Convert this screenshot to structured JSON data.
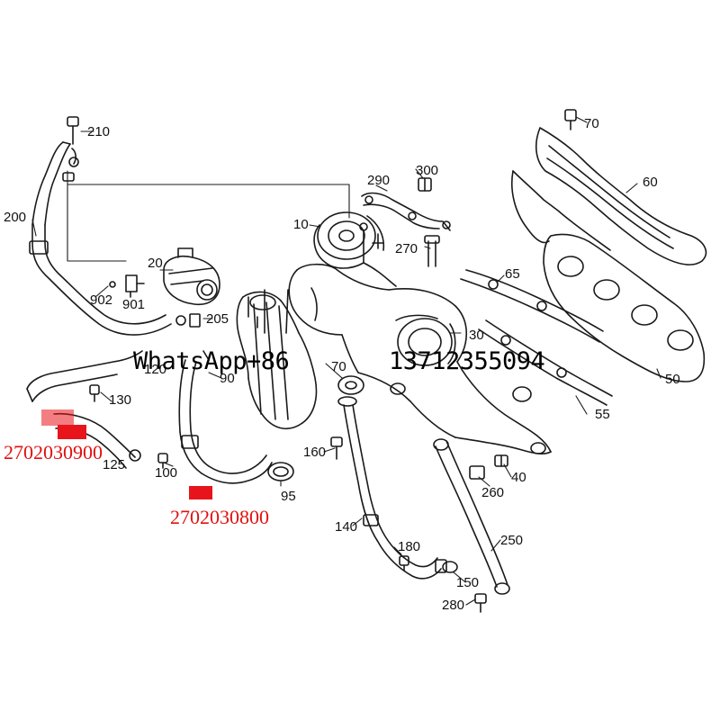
{
  "labels": {
    "p10": "10",
    "p20": "20",
    "p30": "30",
    "p40": "40",
    "p50": "50",
    "p55": "55",
    "p60": "60",
    "p65": "65",
    "p70": "70",
    "p90": "90",
    "p95": "95",
    "p100": "100",
    "p120": "120",
    "p125": "125",
    "p130": "130",
    "p140": "140",
    "p150": "150",
    "p160": "160",
    "p170": "70",
    "p180": "180",
    "p200": "200",
    "p205": "205",
    "p210": "210",
    "p250": "250",
    "p260": "260",
    "p270": "270",
    "p280": "280",
    "p290": "290",
    "p300": "300",
    "p901": "901",
    "p902": "902"
  },
  "watermark": {
    "left": "WhatsApp+86",
    "right": "13712355094"
  },
  "part_refs": {
    "a": "2702030900",
    "b": "2702030800"
  },
  "colors": {
    "highlight": "#e8141b",
    "ref_text": "#e01010",
    "line_art": "#1a1a1a"
  }
}
